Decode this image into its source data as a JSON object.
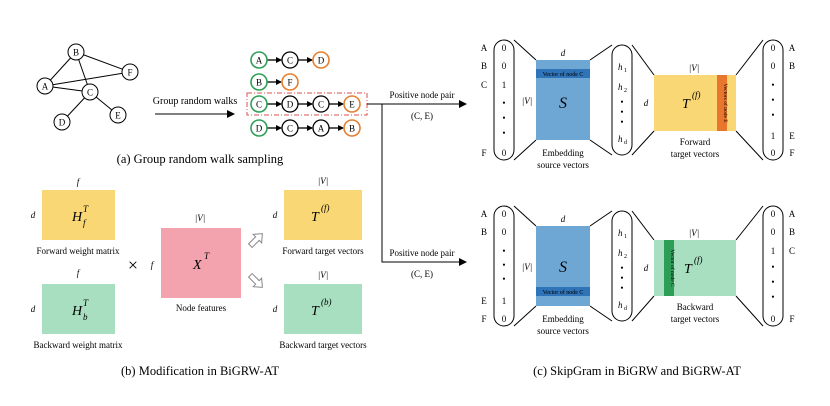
{
  "colors": {
    "green": "#2e9e57",
    "orange": "#e67e2e",
    "red_dash": "#d9534f",
    "blue_box": "#6fa7d4",
    "blue_bar": "#2f73b8",
    "yellow": "#fad775",
    "orange_bar": "#e8762c",
    "teal": "#a8dfc1",
    "teal_bar": "#2e9e57",
    "pink": "#f2a3ad",
    "highlight_blue": "#2f6fd0",
    "highlight_orange": "#e67e2e",
    "highlight_teal": "#2e9e9e"
  },
  "graph": {
    "nodes": [
      "A",
      "B",
      "C",
      "D",
      "E",
      "F"
    ]
  },
  "walk": {
    "label": "Group random walks",
    "rows": [
      [
        "A",
        "C",
        "D"
      ],
      [
        "B",
        "F"
      ],
      [
        "C",
        "D",
        "C",
        "E"
      ],
      [
        "D",
        "C",
        "A",
        "B"
      ]
    ]
  },
  "captions": {
    "a": "(a) Group random walk sampling",
    "b": "(b) Modification in BiGRW-AT",
    "c": "(c) SkipGram in BiGRW and BiGRW-AT"
  },
  "positive_pair": {
    "label": "Positive node pair",
    "value": "(C, E)"
  },
  "panel_b": {
    "f": "f",
    "d": "d",
    "V": "|V|",
    "Hf": "H",
    "Hf_sup": "T",
    "Hf_sub": "f",
    "Hb": "H",
    "Hb_sup": "T",
    "Hb_sub": "b",
    "X": "X",
    "X_sup": "T",
    "Tf": "T",
    "Tf_sup": "(f)",
    "Tb": "T",
    "Tb_sup": "(b)",
    "cross": "×",
    "forward_weight": "Forward weight matrix",
    "backward_weight": "Backward weight matrix",
    "node_features": "Node features",
    "forward_target": "Forward target vectors",
    "backward_target": "Backward target vectors"
  },
  "panel_c": {
    "in_labels": [
      "A",
      "B",
      "C",
      "",
      "",
      "",
      "F"
    ],
    "top_in_vec": [
      "0",
      "0",
      "1",
      "•",
      "•",
      "•",
      "0"
    ],
    "S": "S",
    "d": "d",
    "V": "|V|",
    "vec_node_c": "Vector of node C",
    "vec_node_e": "Vectors of node E",
    "h": [
      "h",
      "h",
      "•",
      "•",
      "•",
      "h"
    ],
    "h_sub": [
      "1",
      "2",
      "",
      "",
      "",
      "d"
    ],
    "embedding": "Embedding",
    "source_vectors": "source vectors",
    "T": "T",
    "T_sup": "(f)",
    "forward": "Forward",
    "backward": "Backward",
    "target_vectors": "target vectors",
    "top_out_labels": [
      "A",
      "B",
      "",
      "",
      "",
      "E",
      "F"
    ],
    "top_out_vec": [
      "0",
      "0",
      "•",
      "•",
      "•",
      "1",
      "0"
    ],
    "bot_in_labels": [
      "A",
      "B",
      "",
      "",
      "",
      "E",
      "F"
    ],
    "bot_in_vec": [
      "0",
      "0",
      "•",
      "•",
      "•",
      "1",
      "0"
    ],
    "bot_out_labels": [
      "A",
      "B",
      "C",
      "",
      "",
      "",
      "F"
    ],
    "bot_out_vec": [
      "0",
      "0",
      "1",
      "•",
      "•",
      "•",
      "0"
    ]
  }
}
